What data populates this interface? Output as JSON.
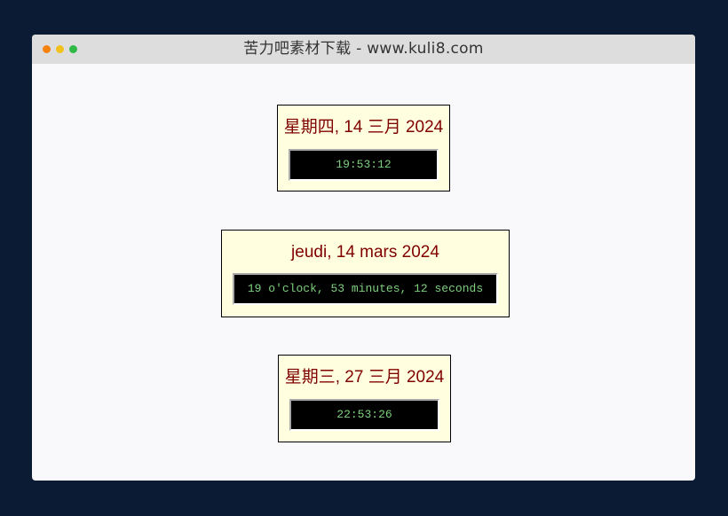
{
  "window": {
    "title": "苦力吧素材下载 - www.kuli8.com",
    "controls": [
      {
        "name": "close",
        "color": "#f5810e"
      },
      {
        "name": "minimize",
        "color": "#f1c21b"
      },
      {
        "name": "maximize",
        "color": "#2eba45"
      }
    ]
  },
  "clocks": [
    {
      "date": "星期四, 14 三月 2024",
      "time": "19:53:12"
    },
    {
      "date": "jeudi, 14 mars 2024",
      "time": "19 o'clock, 53 minutes, 12 seconds"
    },
    {
      "date": "星期三, 27 三月 2024",
      "time": "22:53:26"
    }
  ],
  "colors": {
    "page_bg": "#0b1b33",
    "clock_bg": "#ffffe0",
    "date_text": "#800000",
    "time_bg": "#000000",
    "time_text": "#7ed07e"
  }
}
